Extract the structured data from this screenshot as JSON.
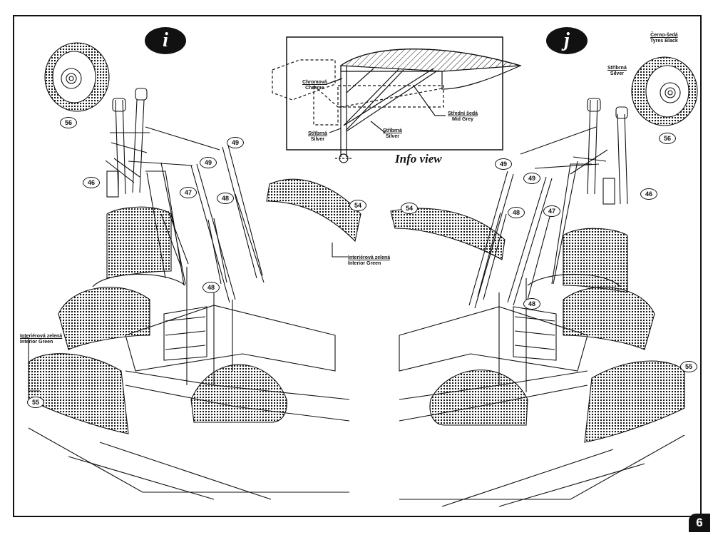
{
  "steps": {
    "left": "i",
    "right": "j"
  },
  "info_view": {
    "title": "Info view",
    "labels": {
      "chrome_cz": "Chromová",
      "chrome_en": "Chrome",
      "midgrey_cz": "Střední šedá",
      "midgrey_en": "Mid Grey",
      "silver1_cz": "Stříbrná",
      "silver1_en": "Silver",
      "silver2_cz": "Stříbrná",
      "silver2_en": "Silver"
    }
  },
  "left": {
    "interior_top_cz": "Interiérová zelená",
    "interior_top_en": "Interior Green",
    "interior_bottom_cz": "Interiérová zelená",
    "interior_bottom_en": "Interior Green",
    "parts": {
      "p56": "56",
      "p46": "46",
      "p49a": "49",
      "p49b": "49",
      "p47": "47",
      "p48a": "48",
      "p48b": "48",
      "p54": "54",
      "p55": "55"
    }
  },
  "right": {
    "tyres_cz": "Černo-šedá",
    "tyres_en": "Tyres Black",
    "silver_cz": "Stříbrná",
    "silver_en": "Silver",
    "parts": {
      "p56": "56",
      "p46": "46",
      "p49a": "49",
      "p49b": "49",
      "p47": "47",
      "p48a": "48",
      "p48b": "48",
      "p54": "54",
      "p55": "55"
    }
  },
  "page_number": "6",
  "colors": {
    "ink": "#111111",
    "paper": "#ffffff"
  },
  "icons": {
    "step_badge": "black-oval-badge",
    "part_marker": "oval-callout"
  }
}
